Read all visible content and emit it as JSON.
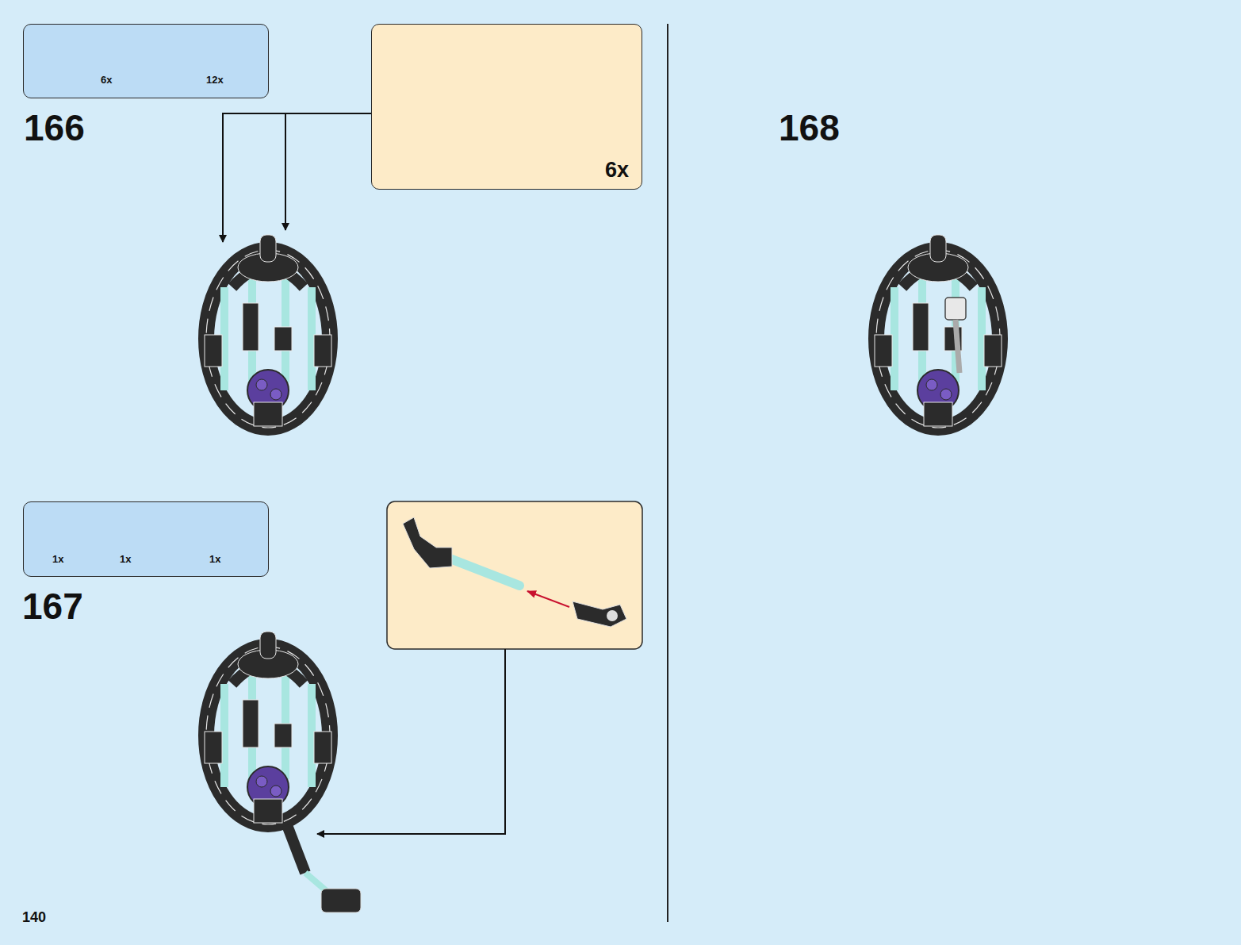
{
  "diagram": {
    "nodes": [
      {
        "text": [
          "6x",
          "12x"
        ]
      },
      {
        "text": [
          "6x"
        ]
      },
      {
        "text": [
          "1x",
          "1x",
          "1x"
        ]
      }
    ],
    "labels": [
      "166",
      "167",
      "168",
      "140"
    ]
  }
}
